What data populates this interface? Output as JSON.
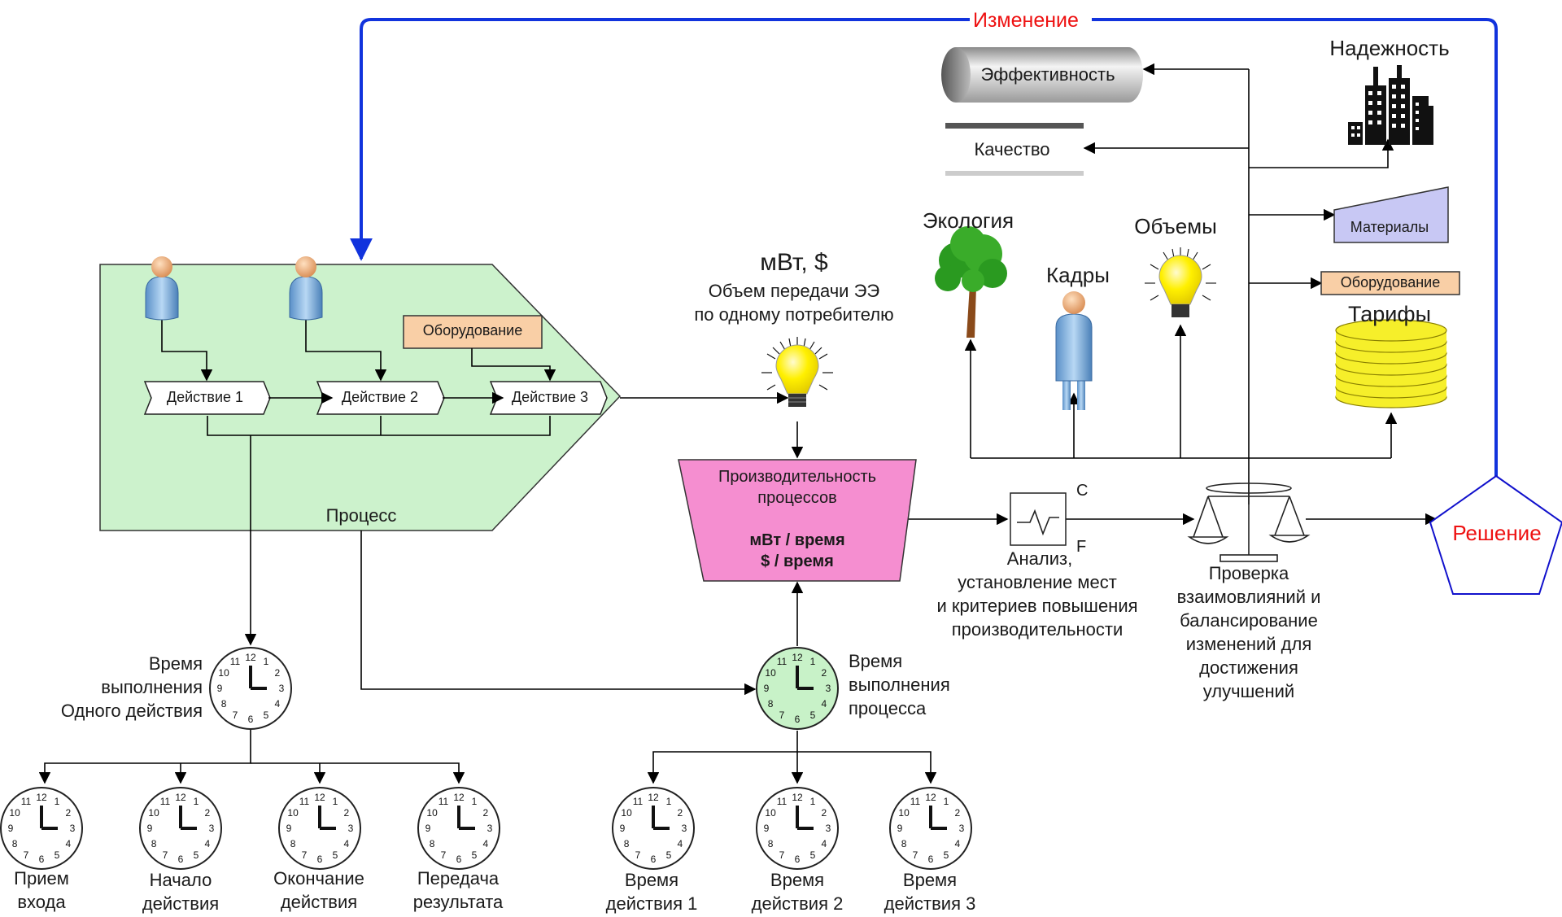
{
  "colors": {
    "process_fill": "#ccf2cc",
    "process_stroke": "#333333",
    "feedback_blue": "#1133dd",
    "change_red": "#ee1111",
    "decision_red": "#ee1111",
    "decision_stroke": "#1111cc",
    "productivity_fill": "#f58ed0",
    "equipment_fill": "#f9cfa6",
    "materials_fill": "#c8c8f4",
    "clock_green": "#c8f2c8",
    "coin_yellow": "#f6ef2a"
  },
  "feedback": {
    "label": "Изменение"
  },
  "process": {
    "label": "Процесс",
    "equipment_label": "Оборудование",
    "actions": [
      "Действие 1",
      "Действие 2",
      "Действие 3"
    ]
  },
  "output": {
    "units": "мВт, $",
    "volume_line1": "Объем передачи ЭЭ",
    "volume_line2": "по одному потребителю"
  },
  "productivity": {
    "line1": "Производительность",
    "line2": "процессов",
    "metric1": "мВт / время",
    "metric2": "$ / время"
  },
  "analysis": {
    "label_c": "C",
    "label_f": "F",
    "lines": [
      "Анализ,",
      "установление мест",
      "и критериев повышения",
      "производительности"
    ]
  },
  "balance": {
    "lines": [
      "Проверка",
      "взаимовлияний и",
      "балансирование",
      "изменений для",
      "достижения",
      "улучшений"
    ]
  },
  "decision": {
    "label": "Решение"
  },
  "factors": {
    "efficiency": "Эффективность",
    "quality": "Качество",
    "reliability": "Надежность",
    "materials": "Материалы",
    "equipment": "Оборудование",
    "tariffs": "Тарифы",
    "ecology": "Экология",
    "staff": "Кадры",
    "volumes": "Объемы"
  },
  "clocks": {
    "single_action": [
      "Время",
      "выполнения",
      "Одного действия"
    ],
    "process_time": [
      "Время",
      "выполнения",
      "процесса"
    ],
    "left_items": [
      [
        "Прием",
        "входа"
      ],
      [
        "Начало",
        "действия"
      ],
      [
        "Окончание",
        "действия"
      ],
      [
        "Передача",
        "результата"
      ]
    ],
    "right_items": [
      [
        "Время",
        "действия 1"
      ],
      [
        "Время",
        "действия 2"
      ],
      [
        "Время",
        "действия 3"
      ]
    ]
  }
}
